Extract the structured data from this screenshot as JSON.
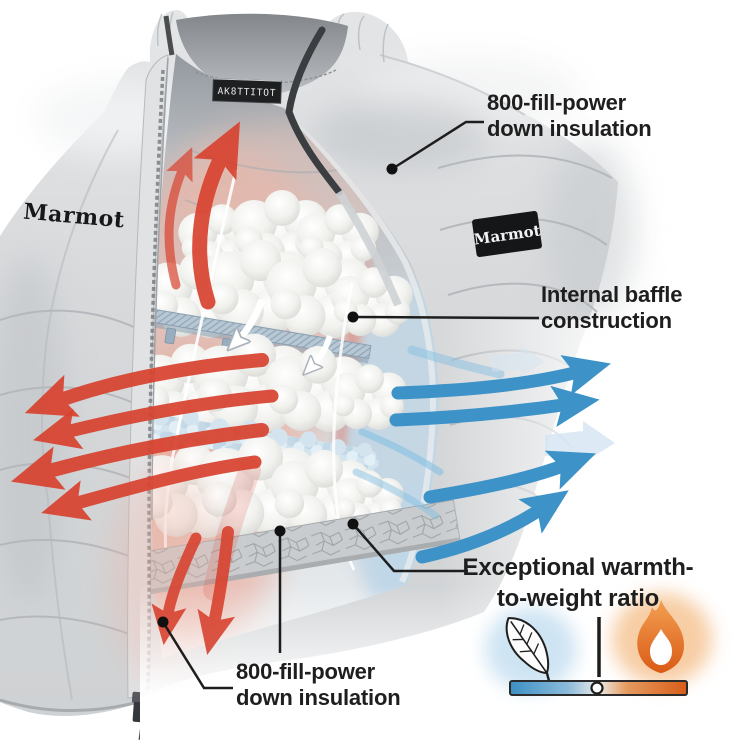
{
  "brand": {
    "chest_logo": "Marmot",
    "sleeve_patch": "Marmot",
    "collar_tag": "AK8TTITOT"
  },
  "annotations": {
    "top_right": {
      "line1": "800-fill-power",
      "line2": "down insulation"
    },
    "mid_right": {
      "line1": "Internal baffle",
      "line2": "construction"
    },
    "bottom_right": {
      "line1": "Exceptional warmth-",
      "line2": "to-weight ratio"
    },
    "bottom_left": {
      "line1": "800-fill-power",
      "line2": "down insulation"
    }
  },
  "warmth_scale": {
    "cold_icon": "feather-icon",
    "hot_icon": "flame-icon",
    "cold_color": "#3d92c8",
    "hot_color": "#d85c19",
    "marker_position": "center"
  },
  "colors": {
    "background": "#ffffff",
    "jacket": "#d6d8da",
    "heat_arrows": "#d84330",
    "cold_arrows": "#3d92c8",
    "down": "#f4f4f1",
    "baffle": "#aabfcd",
    "text": "#1e1e1e"
  }
}
